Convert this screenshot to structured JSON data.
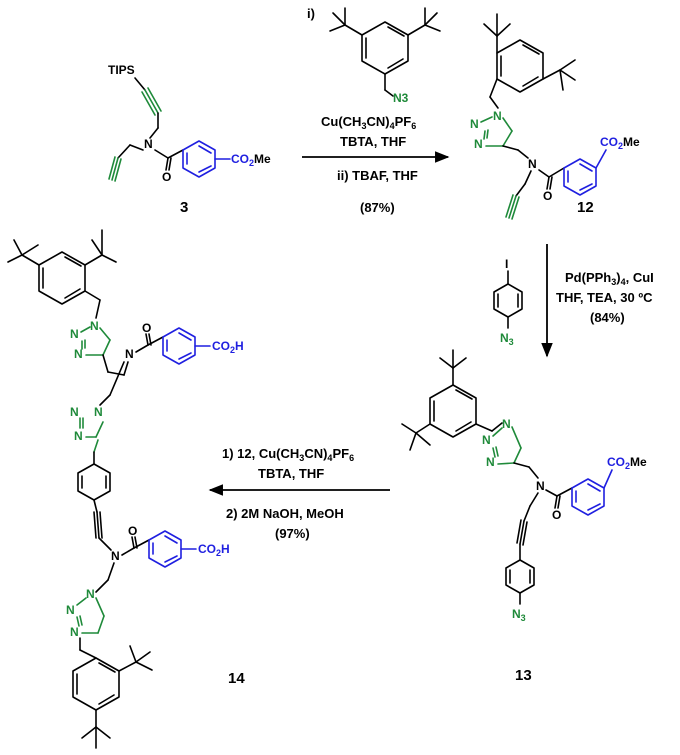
{
  "compounds": {
    "c3": "3",
    "c12": "12",
    "c13": "13",
    "c14": "14"
  },
  "step1": {
    "marker": "i)",
    "line1": "Cu(CH3CN)4PF6",
    "line2": "TBTA, THF",
    "line3": "ii) TBAF, THF",
    "yield": "(87%)"
  },
  "step2": {
    "line1": "Pd(PPh3)4, CuI",
    "line2": "THF, TEA, 30 ºC",
    "yield": "(84%)"
  },
  "step3": {
    "line1": "1) 12, Cu(CH3CN)4PF6",
    "line2": "TBTA, THF",
    "line3": "2) 2M NaOH, MeOH",
    "yield": "(97%)"
  },
  "atoms": {
    "tips": "TIPS",
    "n": "N",
    "o": "O",
    "co2me": "CO2Me",
    "co2h": "CO2H",
    "n3": "N3",
    "i": "I"
  },
  "colors": {
    "blue": "#1f1fe0",
    "green": "#1f8a3a",
    "black": "#000000"
  }
}
